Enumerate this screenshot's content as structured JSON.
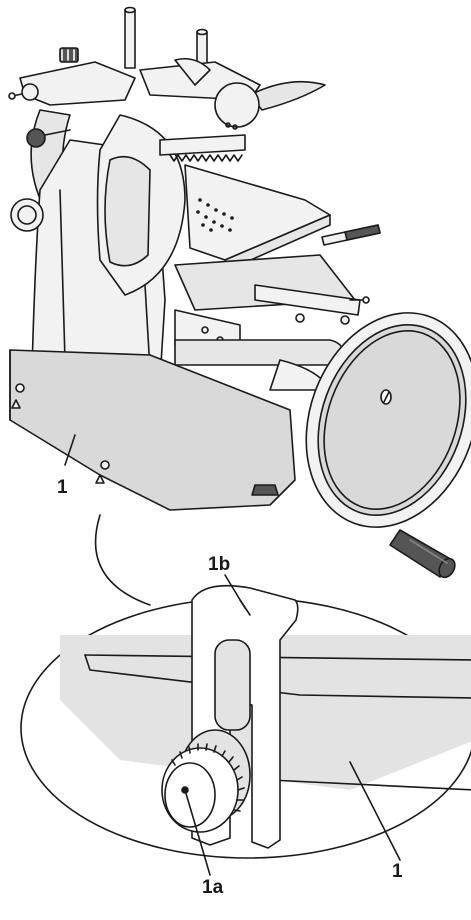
{
  "labels": {
    "tray_top": "1",
    "bracket": "1b",
    "knob": "1a",
    "tray_detail": "1"
  },
  "colors": {
    "outline": "#1a1a1a",
    "body_fill": "#f2f2f2",
    "tray_fill": "#d9d9d9",
    "detail_fill": "#e3e3e3",
    "dark_part": "#555555"
  }
}
